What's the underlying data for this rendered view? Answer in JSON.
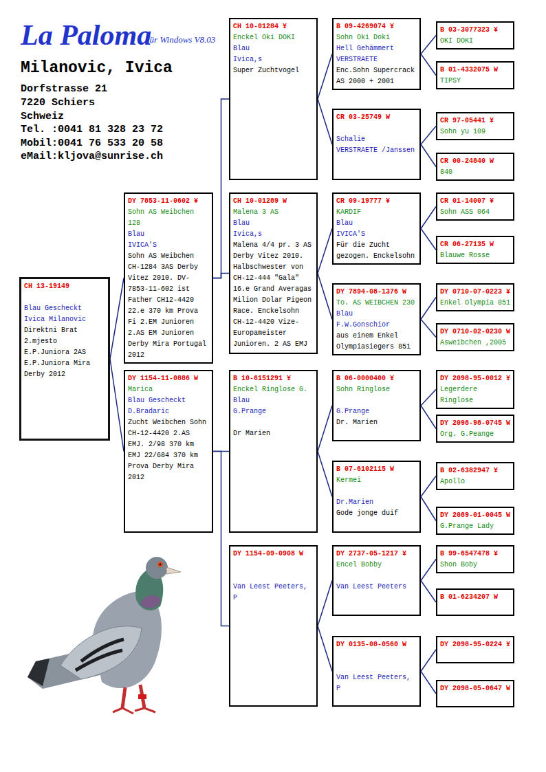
{
  "diagram": {
    "title": "La Paloma",
    "nodes": [
      {
        "text": [
          "CH 13-19149",
          "Blau Gescheckt",
          "Ivica Milanovic",
          "Direktni Brat 2.mjesto E.P.Juniora 2AS E.P.Juniora Mira Derby 2012"
        ]
      },
      {
        "text": [
          "DY 7853-11-0602 ¥",
          "Sohn AS Weibchen 128",
          "Blau",
          "IVICA'S",
          "Sohn AS Weibchen CH-1284 3AS Derby Vitez 2010. DV-7853-11-602 ist Father CH12-4420 22.e 370 km Prova Fi 2.EM Junioren 2.AS EM Junioren Derby Mira Portugal 2012"
        ]
      },
      {
        "text": [
          "DY 1154-11-0886 W",
          "Marica",
          "Blau Gescheckt",
          "D.Bradaric",
          "Zucht Weibchen Sohn CH-12-4420 2.AS EMJ. 2/98 370 km EMJ 22/684 370 km Prova Derby Mira 2012"
        ]
      },
      {
        "text": [
          "CH 10-01284 ¥",
          "Enckel Oki DOKI",
          "Blau",
          "Ivica,s",
          "Super Zuchtvogel"
        ]
      },
      {
        "text": [
          "CH 10-01289 W",
          "Malena 3 AS",
          "Blau",
          "Ivica,s",
          "Malena 4/4 pr. 3 AS Derby Vitez 2010. Halbschwester von CH-12-444 \"Gala\" 16.e Grand Averagas Milion Dolar Pigeon Race. Enckelsohn CH-12-4420 Vize-Europameister Junioren. 2 AS EMJ"
        ]
      },
      {
        "text": [
          "B 10-6151291 ¥",
          "Enckel Ringlose G.",
          "Blau",
          "G.Prange",
          "Dr Marien"
        ]
      },
      {
        "text": [
          "DY 1154-09-0908 W",
          "Van Leest Peeters, P"
        ]
      },
      {
        "text": [
          "B 09-4269074 ¥",
          "Sohn Oki Doki",
          "Hell Gehämmert",
          "VERSTRAETE",
          "Enc.Sohn Supercrack AS 2000 + 2001"
        ]
      },
      {
        "text": [
          "CR 03-25749 W",
          "Schalie",
          "VERSTRAETE /Janssen"
        ]
      },
      {
        "text": [
          "CR 09-19777 ¥",
          "KARDIF",
          "Blau",
          "IVICA'S",
          "Für die Zucht gezogen. Enckelsohn"
        ]
      },
      {
        "text": [
          "DY 7894-08-1376 W",
          "To. AS WEIBCHEN 230",
          "Blau",
          "F.W.Gonschior",
          "aus einem Enkel Olympiasiegers 851"
        ]
      },
      {
        "text": [
          "B 06-0000400 ¥",
          "Sohn Ringlose",
          "G.Prange",
          "Dr. Marien"
        ]
      },
      {
        "text": [
          "B 07-6102115 W",
          "Kermei",
          "Dr.Marien",
          "Gode jonge duif"
        ]
      },
      {
        "text": [
          "DY 2737-05-1217 ¥",
          "Encel Bobby",
          "Van Leest Peeters"
        ]
      },
      {
        "text": [
          "DY 0135-08-0560 W",
          "Van Leest Peeters, P"
        ]
      },
      {
        "text": [
          "B 03-3077323 ¥",
          "OKI DOKI"
        ]
      },
      {
        "text": [
          "B 01-4332075 W",
          "TIPSY"
        ]
      },
      {
        "text": [
          "CR 97-05441 ¥",
          "Sohn yu 109"
        ]
      },
      {
        "text": [
          "CR 00-24840 W",
          "840"
        ]
      },
      {
        "text": [
          "CR 01-14007 ¥",
          "Sohn ASS 064"
        ]
      },
      {
        "text": [
          "CR 06-27135 W",
          "Blauwe Rosse"
        ]
      },
      {
        "text": [
          "DY 0710-07-0223 ¥",
          "Enkel Olympia 851"
        ]
      },
      {
        "text": [
          "DY 0710-02-0230 W",
          "Asweibchen ,2005"
        ]
      },
      {
        "text": [
          "DY 2098-95-0012 ¥",
          "Legerdere Ringlose"
        ]
      },
      {
        "text": [
          "DY 2098-98-0745 W",
          "Org. G.Peange"
        ]
      },
      {
        "text": [
          "B 02-6382947 ¥",
          "Apollo"
        ]
      },
      {
        "text": [
          "DY 2089-01-0045 W",
          "G.Prange Lady"
        ]
      },
      {
        "text": [
          "B 99-6547478 ¥",
          "Shon Boby"
        ]
      },
      {
        "text": [
          "B 01-6234207 W"
        ]
      },
      {
        "text": [
          "DY 2098-95-0224 ¥"
        ]
      },
      {
        "text": [
          "DY 2098-05-0647 W"
        ]
      }
    ],
    "edges": [
      {
        "from": 0,
        "to": 1,
        "arrow": "none"
      },
      {
        "from": 0,
        "to": 2,
        "arrow": "none"
      },
      {
        "from": 1,
        "to": 3,
        "arrow": "none"
      },
      {
        "from": 1,
        "to": 4,
        "arrow": "none"
      },
      {
        "from": 2,
        "to": 5,
        "arrow": "none"
      },
      {
        "from": 2,
        "to": 6,
        "arrow": "none"
      },
      {
        "from": 3,
        "to": 7,
        "arrow": "none"
      },
      {
        "from": 3,
        "to": 8,
        "arrow": "none"
      },
      {
        "from": 4,
        "to": 9,
        "arrow": "none"
      },
      {
        "from": 4,
        "to": 10,
        "arrow": "none"
      },
      {
        "from": 5,
        "to": 11,
        "arrow": "none"
      },
      {
        "from": 5,
        "to": 12,
        "arrow": "none"
      },
      {
        "from": 6,
        "to": 13,
        "arrow": "none"
      },
      {
        "from": 6,
        "to": 14,
        "arrow": "none"
      },
      {
        "from": 7,
        "to": 15,
        "arrow": "none"
      },
      {
        "from": 7,
        "to": 16,
        "arrow": "none"
      },
      {
        "from": 8,
        "to": 17,
        "arrow": "none"
      },
      {
        "from": 8,
        "to": 18,
        "arrow": "none"
      },
      {
        "from": 9,
        "to": 19,
        "arrow": "none"
      },
      {
        "from": 9,
        "to": 20,
        "arrow": "none"
      },
      {
        "from": 10,
        "to": 21,
        "arrow": "none"
      },
      {
        "from": 10,
        "to": 22,
        "arrow": "none"
      },
      {
        "from": 11,
        "to": 23,
        "arrow": "none"
      },
      {
        "from": 11,
        "to": 24,
        "arrow": "none"
      },
      {
        "from": 12,
        "to": 25,
        "arrow": "none"
      },
      {
        "from": 12,
        "to": 26,
        "arrow": "none"
      },
      {
        "from": 13,
        "to": 27,
        "arrow": "none"
      },
      {
        "from": 13,
        "to": 28,
        "arrow": "none"
      },
      {
        "from": 14,
        "to": 29,
        "arrow": "none"
      },
      {
        "from": 14,
        "to": 30,
        "arrow": "none"
      }
    ],
    "labels": [
      "für Windows V8.03",
      "Milanovic, Ivica",
      "Dorfstrasse 21",
      "7220 Schiers",
      "Schweiz",
      "Tel. :0041 81 328 23 72",
      "Mobil:0041 76 533 20 58",
      "eMail:kljova@sunrise.ch"
    ]
  }
}
